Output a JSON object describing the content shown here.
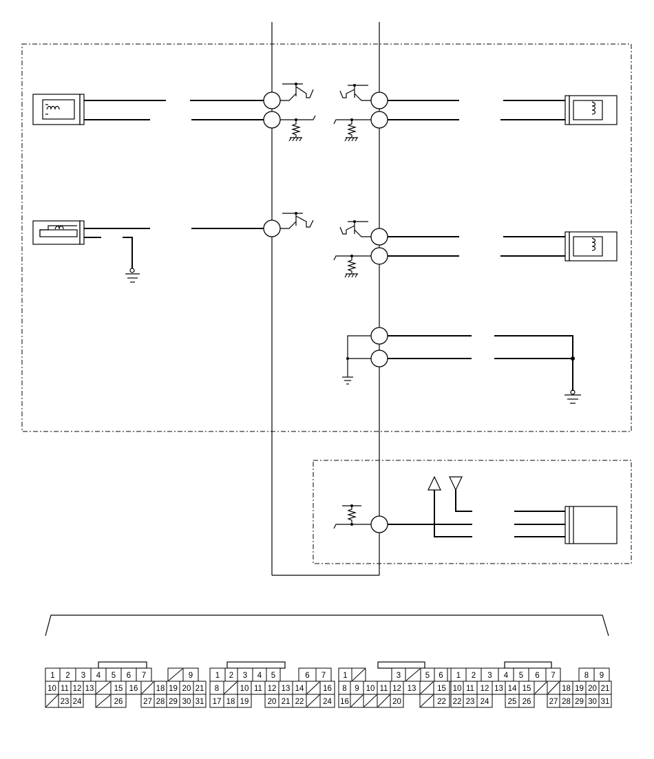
{
  "connectors": [
    {
      "rows": [
        [
          "1",
          "2",
          "3",
          "4",
          "5",
          "6",
          "7",
          "",
          "/",
          "9"
        ],
        [
          "10",
          "11",
          "12",
          "13",
          "/",
          "15",
          "16",
          "/",
          "18",
          "19",
          "20",
          "21"
        ],
        [
          "/",
          "23",
          "24",
          "",
          "/",
          "26",
          "",
          "27",
          "28",
          "29",
          "30",
          "31"
        ]
      ]
    },
    {
      "rows": [
        [
          "1",
          "2",
          "3",
          "4",
          "5",
          "",
          "6",
          "7"
        ],
        [
          "8",
          "/",
          "10",
          "11",
          "12",
          "13",
          "14",
          "/",
          "16"
        ],
        [
          "17",
          "18",
          "19",
          "",
          "20",
          "21",
          "22",
          "/",
          "24"
        ]
      ]
    },
    {
      "rows": [
        [
          "1",
          "/",
          "",
          "3",
          "/",
          "5",
          "6",
          "7"
        ],
        [
          "8",
          "9",
          "10",
          "11",
          "12",
          "13",
          "/",
          "15"
        ],
        [
          "16",
          "/",
          "/",
          "/",
          "20",
          "",
          "/",
          "22"
        ]
      ]
    },
    {
      "rows": [
        [
          "1",
          "2",
          "3",
          "4",
          "5",
          "6",
          "7",
          "",
          "8",
          "9"
        ],
        [
          "10",
          "11",
          "12",
          "13",
          "14",
          "15",
          "/",
          "/",
          "18",
          "19",
          "20",
          "21"
        ],
        [
          "22",
          "23",
          "24",
          "",
          "25",
          "26",
          "",
          "27",
          "28",
          "29",
          "30",
          "31"
        ]
      ]
    }
  ]
}
